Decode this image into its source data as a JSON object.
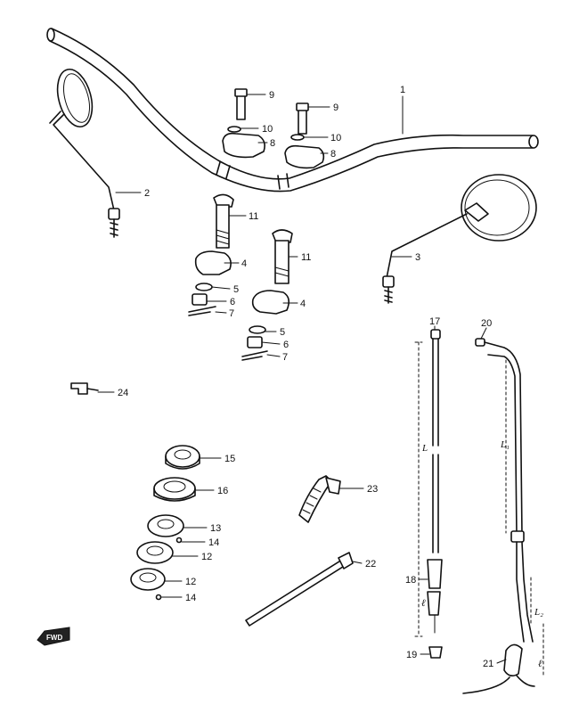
{
  "callouts": {
    "c1": "1",
    "c2": "2",
    "c3": "3",
    "c4a": "4",
    "c4b": "4",
    "c5a": "5",
    "c5b": "5",
    "c6a": "6",
    "c6b": "6",
    "c7a": "7",
    "c7b": "7",
    "c8a": "8",
    "c8b": "8",
    "c9a": "9",
    "c9b": "9",
    "c10a": "10",
    "c10b": "10",
    "c11a": "11",
    "c11b": "11",
    "c12a": "12",
    "c12b": "12",
    "c13": "13",
    "c14a": "14",
    "c14b": "14",
    "c15": "15",
    "c16": "16",
    "c17": "17",
    "c18": "18",
    "c19": "19",
    "c20": "20",
    "c21": "21",
    "c22": "22",
    "c23": "23",
    "c24": "24"
  },
  "dimensions": {
    "L": "L",
    "L1": "L₁",
    "L2": "L₂",
    "l_throttle": "ℓ",
    "l_choke": "ℓ"
  },
  "fwd_marker": "FWD"
}
